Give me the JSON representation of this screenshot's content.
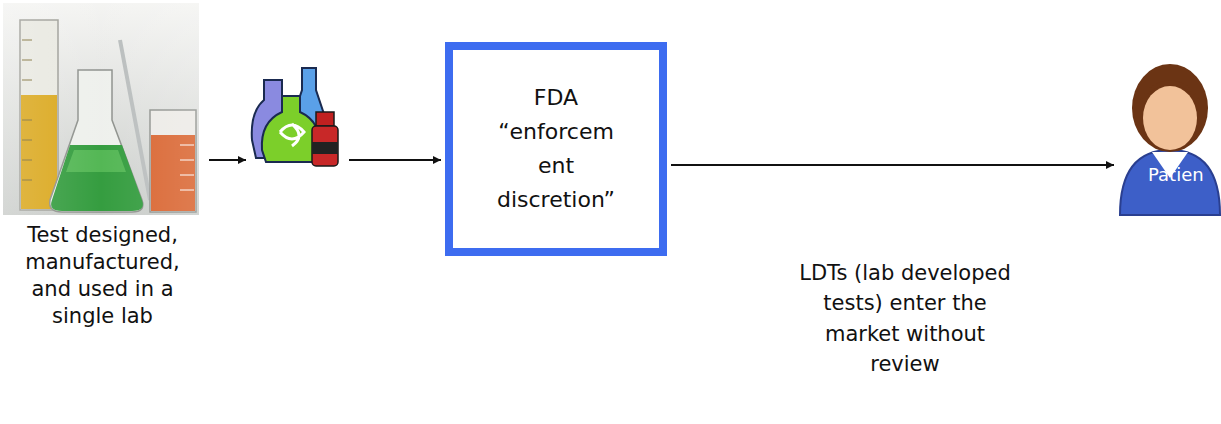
{
  "diagram": {
    "nodes": [
      {
        "text": [
          "Test designed, manufactured, and used in a single lab"
        ]
      },
      {
        "text": []
      },
      {
        "text": [
          "FDA “enforcement discretion”"
        ]
      },
      {
        "text": [
          "Patien"
        ]
      }
    ],
    "edges": [
      {
        "from": 0,
        "to": 1,
        "arrow": "to"
      },
      {
        "from": 1,
        "to": 2,
        "arrow": "to"
      },
      {
        "from": 2,
        "to": 3,
        "label": "LDTs (lab developed tests) enter the market without review",
        "arrow": "to"
      }
    ]
  }
}
